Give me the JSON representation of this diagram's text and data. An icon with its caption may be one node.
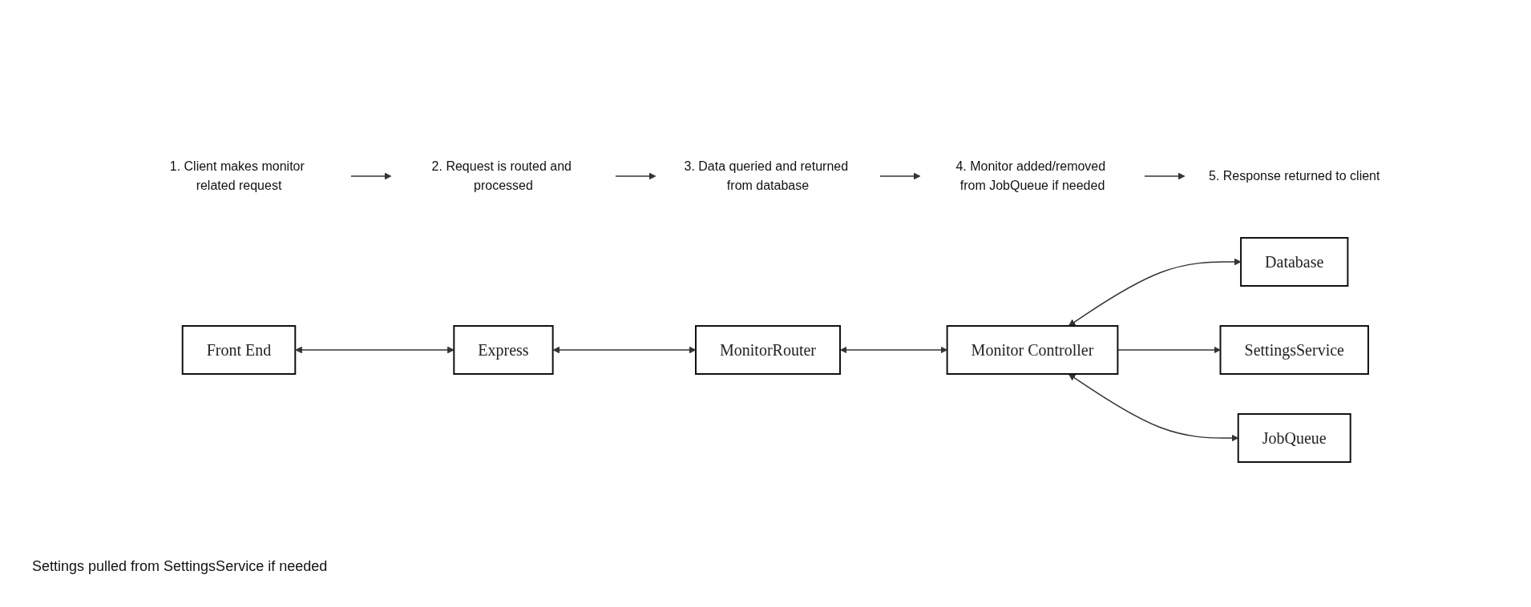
{
  "diagram": {
    "nodes": [
      {
        "text": [
          "1. Client makes monitor related request"
        ]
      },
      {
        "text": [
          "2. Request is routed and processed"
        ]
      },
      {
        "text": [
          "3. Data queried and returned from database"
        ]
      },
      {
        "text": [
          "Front End"
        ]
      },
      {
        "text": [
          "Express"
        ]
      },
      {
        "text": [
          "MonitorRouter"
        ]
      },
      {
        "text": [
          "Monitor Controller"
        ]
      },
      {
        "text": [
          "Database"
        ]
      },
      {
        "text": [
          "SettingsService"
        ]
      },
      {
        "text": [
          "JobQueue"
        ]
      },
      {
        "text": [
          "5. Response returned to client"
        ]
      },
      {
        "text": [
          "4. Monitor added/removed from JobQueue if needed"
        ]
      }
    ],
    "edges": [
      {
        "from": 0,
        "to": 1,
        "arrow": "to"
      },
      {
        "from": 1,
        "to": 2,
        "arrow": "to"
      },
      {
        "from": 3,
        "to": 4,
        "arrow": "both"
      },
      {
        "from": 4,
        "to": 5,
        "arrow": "both"
      },
      {
        "from": 5,
        "to": 6,
        "arrow": "both"
      },
      {
        "from": 6,
        "to": 7,
        "arrow": "both"
      },
      {
        "from": 6,
        "to": 8,
        "arrow": "to"
      },
      {
        "from": 6,
        "to": 9,
        "arrow": "both"
      },
      {
        "from": 2,
        "to": 11,
        "arrow": "to"
      },
      {
        "from": 11,
        "to": 10,
        "arrow": "to"
      }
    ],
    "labels": [
      "Settings pulled from SettingsService if needed"
    ]
  }
}
